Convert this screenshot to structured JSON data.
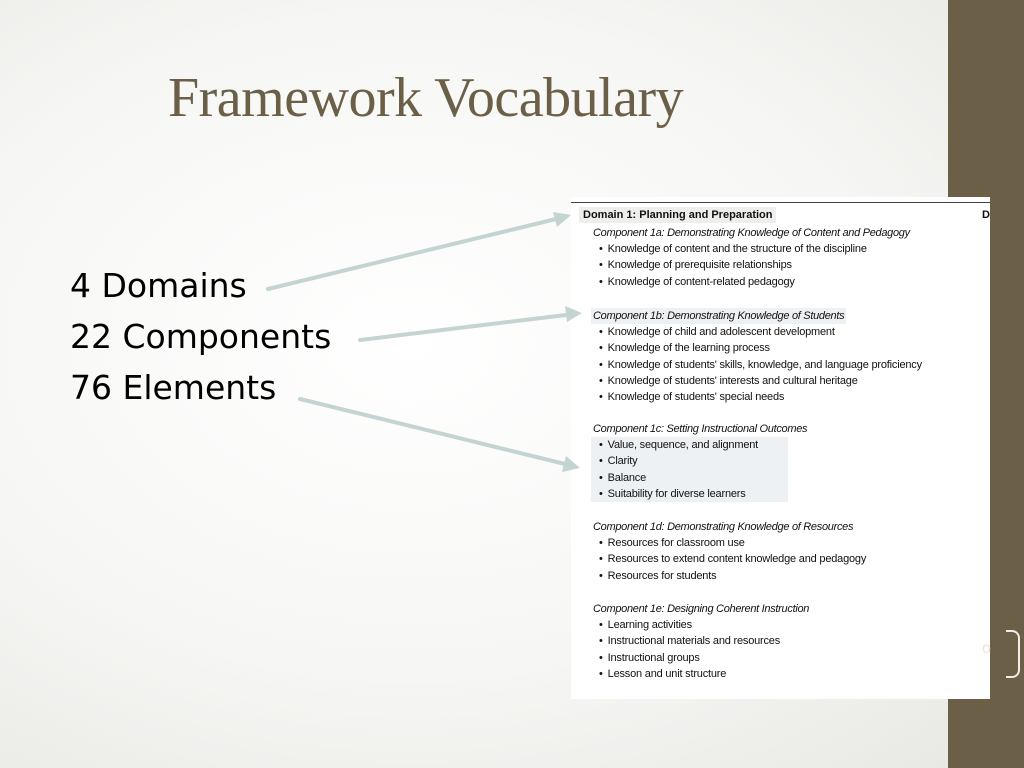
{
  "title": "Framework Vocabulary",
  "stats": [
    "4 Domains",
    "22 Components",
    "76 Elements"
  ],
  "page_number": "o",
  "colors": {
    "accent": "#6b5f47",
    "arrow": "#c4d4d2",
    "highlight": "#eef1f4"
  },
  "document": {
    "corner_mark": "D",
    "domain": "Domain 1: Planning and Preparation",
    "components": [
      {
        "title": "Component 1a: Demonstrating Knowledge of Content and Pedagogy",
        "elements": [
          "Knowledge of content and the structure of the discipline",
          "Knowledge of prerequisite relationships",
          "Knowledge of content-related pedagogy"
        ]
      },
      {
        "title": "Component 1b: Demonstrating Knowledge of Students",
        "elements": [
          "Knowledge of child and adolescent development",
          "Knowledge of the learning process",
          "Knowledge of students' skills, knowledge, and language proficiency",
          "Knowledge of students' interests and cultural heritage",
          "Knowledge of students' special needs"
        ]
      },
      {
        "title": "Component 1c: Setting Instructional Outcomes",
        "elements": [
          "Value, sequence, and alignment",
          "Clarity",
          "Balance",
          "Suitability for diverse learners"
        ]
      },
      {
        "title": "Component 1d: Demonstrating Knowledge of Resources",
        "elements": [
          "Resources for classroom use",
          "Resources to extend content knowledge and pedagogy",
          "Resources for students"
        ]
      },
      {
        "title": "Component 1e: Designing Coherent Instruction",
        "elements": [
          "Learning activities",
          "Instructional materials and resources",
          "Instructional groups",
          "Lesson and unit structure"
        ]
      }
    ]
  }
}
